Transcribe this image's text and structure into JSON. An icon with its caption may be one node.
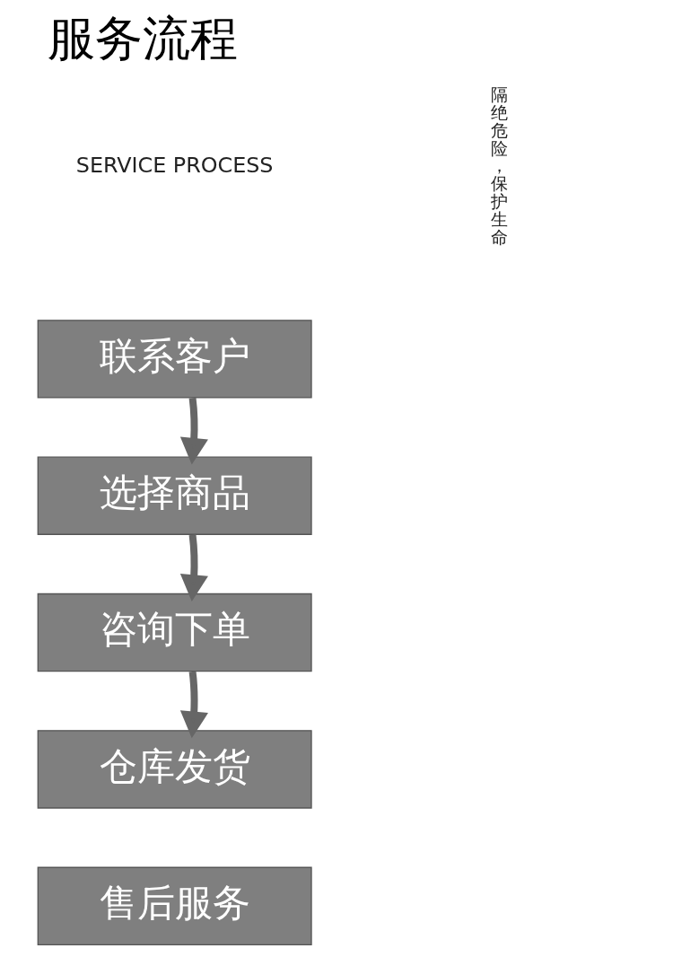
{
  "diagram": {
    "title": "服务流程",
    "nodes": [
      {
        "text": [
          "联系客户"
        ]
      },
      {
        "text": [
          "选择商品"
        ]
      },
      {
        "text": [
          "咨询下单"
        ]
      },
      {
        "text": [
          "仓库发货"
        ]
      },
      {
        "text": [
          "售后服务"
        ]
      }
    ],
    "edges": [
      {
        "from": 0,
        "to": 1,
        "arrow": "to"
      },
      {
        "from": 1,
        "to": 2,
        "arrow": "to"
      },
      {
        "from": 2,
        "to": 3,
        "arrow": "to"
      }
    ],
    "labels": [
      "SERVICE PROCESS",
      "隔绝危险，保护生命"
    ]
  }
}
